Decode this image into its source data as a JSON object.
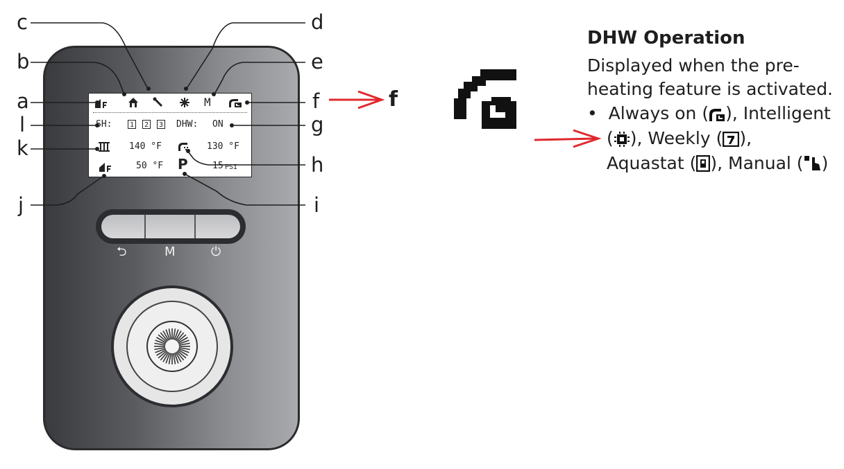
{
  "labels": {
    "a": "a",
    "b": "b",
    "c": "c",
    "d": "d",
    "e": "e",
    "f": "f",
    "g": "g",
    "h": "h",
    "i": "i",
    "j": "j",
    "k": "k",
    "l": "l"
  },
  "pointer_label": "f",
  "display": {
    "sh_label": "SH:",
    "zones": [
      "1",
      "2",
      "3"
    ],
    "dhw_label": "DHW:",
    "dhw_state": "ON",
    "sh_temp": "140 °F",
    "dhw_temp": "130 °F",
    "outdoor_temp": "50 °F",
    "pressure": "15",
    "pressure_unit": "PSI",
    "mode_letter": "M",
    "pump_letter": "P"
  },
  "buttons": {
    "back": "⮌",
    "menu": "M",
    "power": "⏻"
  },
  "description": {
    "title": "DHW Operation",
    "line1": "Displayed when the pre-",
    "line2": "heating feature is activated.",
    "bullet": "•",
    "item1": "Always on (",
    "item1_end": "), Intelligent",
    "item2_start": "(",
    "item2_end": "), Weekly (",
    "item2_end2": "),",
    "item3": "Aquastat (",
    "item3_mid": "), Manual (",
    "item3_end": ")"
  },
  "colors": {
    "arrow": "#e0282e",
    "body_dark": "#3a3b3e",
    "body_light": "#a9aaad",
    "text": "#1e1e1e"
  },
  "icons": [
    "outdoor-sensor-icon",
    "house-icon",
    "wrench-icon",
    "snowflake-icon",
    "preheat-icon",
    "radiator-icon",
    "faucet-icon",
    "intelligent-chip-icon",
    "weekly-calendar-icon",
    "aquastat-icon",
    "manual-hand-icon"
  ]
}
